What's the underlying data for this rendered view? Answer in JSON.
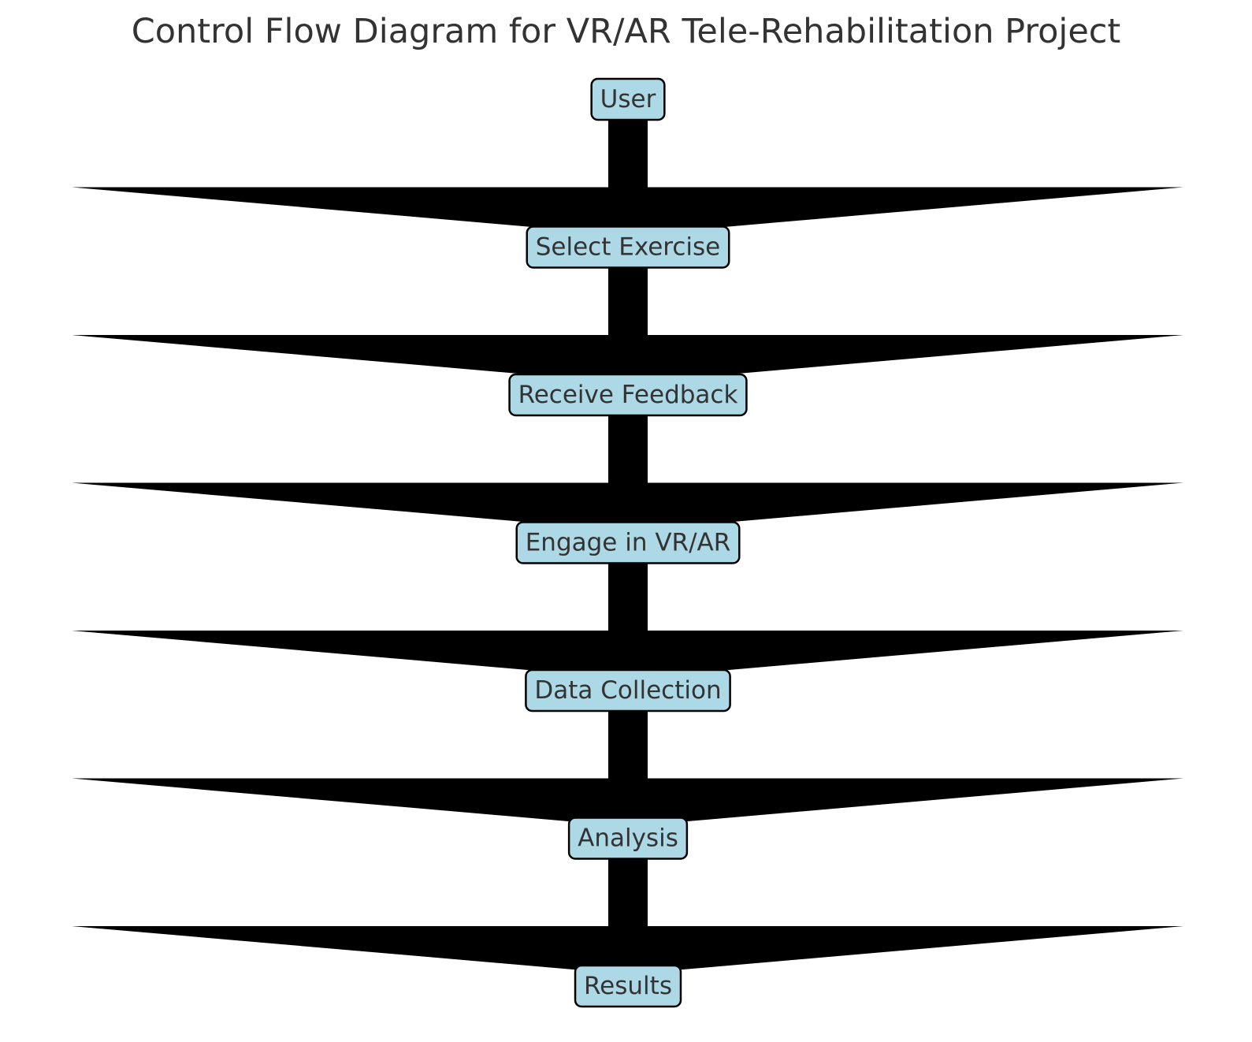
{
  "title": "Control Flow Diagram for VR/AR Tele-Rehabilitation Project",
  "nodes": [
    {
      "id": "user",
      "label": "User"
    },
    {
      "id": "select-exercise",
      "label": "Select Exercise"
    },
    {
      "id": "receive-feedback",
      "label": "Receive Feedback"
    },
    {
      "id": "engage-vr-ar",
      "label": "Engage in VR/AR"
    },
    {
      "id": "data-collection",
      "label": "Data Collection"
    },
    {
      "id": "analysis",
      "label": "Analysis"
    },
    {
      "id": "results",
      "label": "Results"
    }
  ],
  "edges": [
    {
      "from": "user",
      "to": "select-exercise"
    },
    {
      "from": "select-exercise",
      "to": "receive-feedback"
    },
    {
      "from": "receive-feedback",
      "to": "engage-vr-ar"
    },
    {
      "from": "engage-vr-ar",
      "to": "data-collection"
    },
    {
      "from": "data-collection",
      "to": "analysis"
    },
    {
      "from": "analysis",
      "to": "results"
    }
  ],
  "colors": {
    "node_fill": "#add8e6",
    "node_border": "#000000",
    "arrow": "#000000",
    "text": "#333333"
  }
}
